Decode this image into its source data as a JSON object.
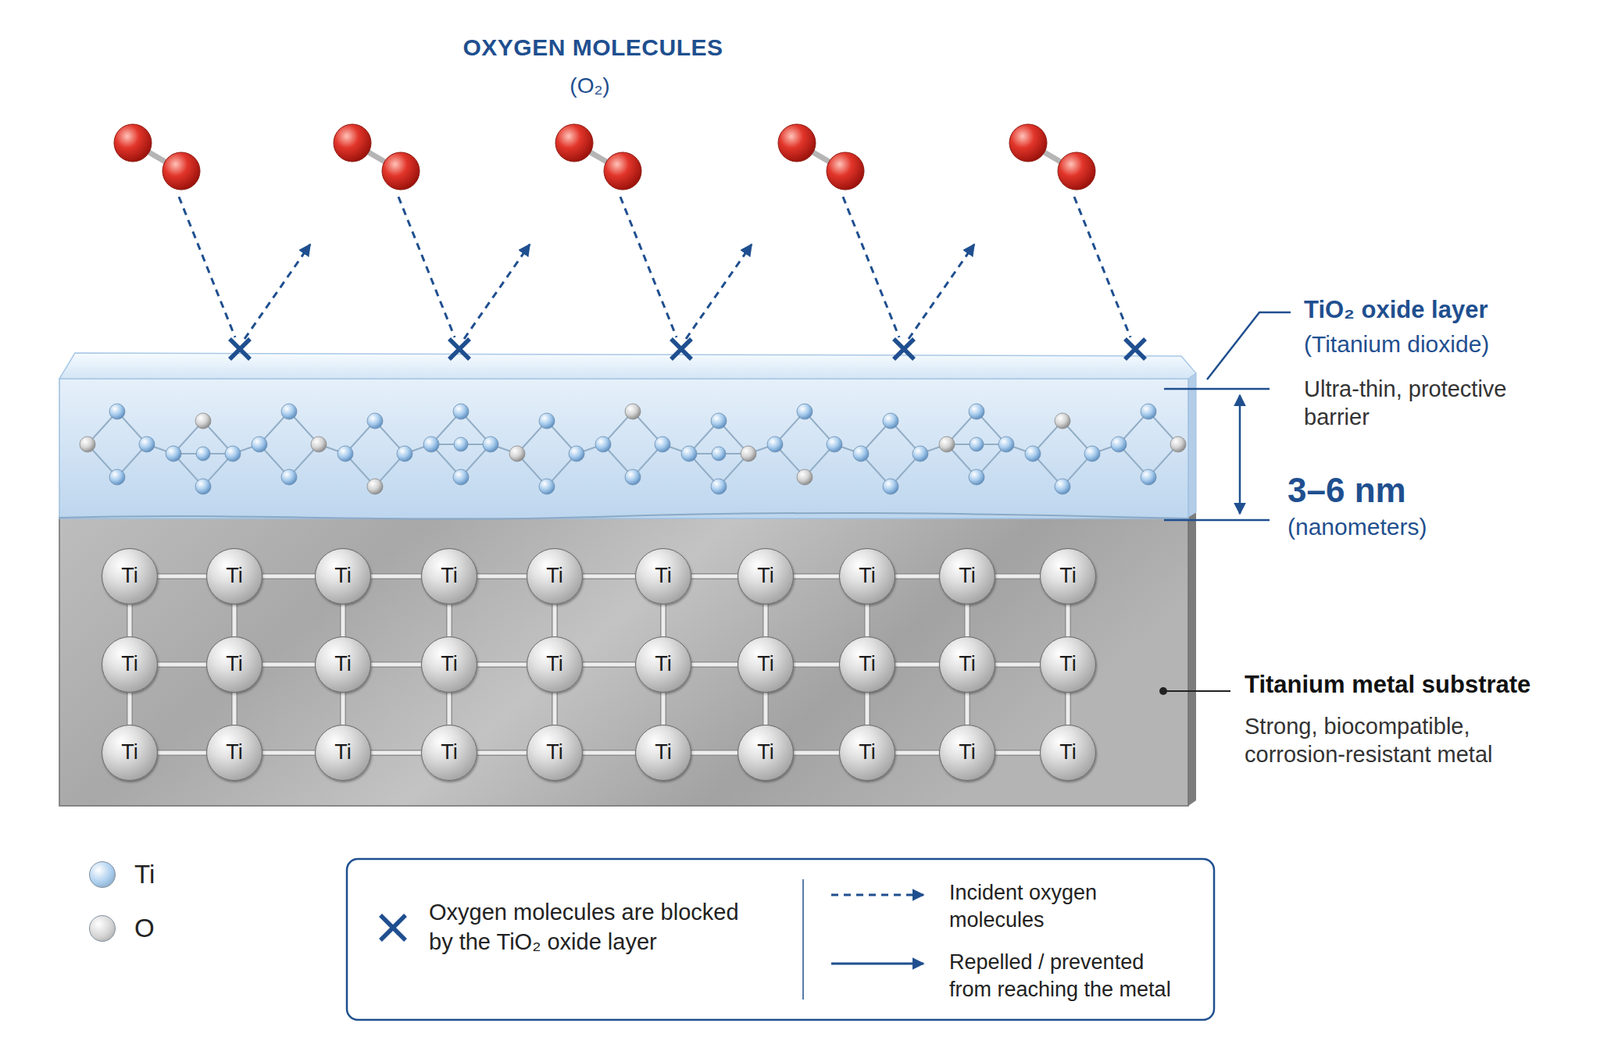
{
  "diagram": {
    "title": "OXYGEN MOLECULES",
    "nodes": [
      {
        "text": [
          "Ti"
        ]
      },
      {
        "text": [
          "Ti"
        ]
      },
      {
        "text": [
          "Ti"
        ]
      },
      {
        "text": [
          "Ti"
        ]
      },
      {
        "text": [
          "Ti"
        ]
      },
      {
        "text": [
          "Ti"
        ]
      },
      {
        "text": [
          "Ti"
        ]
      },
      {
        "text": [
          "Ti"
        ]
      },
      {
        "text": [
          "Ti"
        ]
      },
      {
        "text": [
          "Ti"
        ]
      },
      {
        "text": [
          "Ti"
        ]
      },
      {
        "text": [
          "Ti"
        ]
      },
      {
        "text": [
          "Ti"
        ]
      },
      {
        "text": [
          "Ti"
        ]
      },
      {
        "text": [
          "Ti"
        ]
      },
      {
        "text": [
          "Ti"
        ]
      },
      {
        "text": [
          "Ti"
        ]
      },
      {
        "text": [
          "Ti"
        ]
      },
      {
        "text": [
          "Ti"
        ]
      },
      {
        "text": [
          "Ti"
        ]
      },
      {
        "text": [
          "Ti"
        ]
      },
      {
        "text": [
          "Ti"
        ]
      },
      {
        "text": [
          "Ti"
        ]
      },
      {
        "text": [
          "Ti"
        ]
      },
      {
        "text": [
          "Ti"
        ]
      },
      {
        "text": [
          "Ti"
        ]
      },
      {
        "text": [
          "Ti"
        ]
      },
      {
        "text": [
          "Ti"
        ]
      },
      {
        "text": [
          "Ti"
        ]
      },
      {
        "text": [
          "Ti"
        ]
      }
    ],
    "edges": [
      {
        "from": 0,
        "to": 1,
        "arrow": "none"
      },
      {
        "from": 1,
        "to": 2,
        "arrow": "none"
      },
      {
        "from": 2,
        "to": 3,
        "arrow": "none"
      },
      {
        "from": 3,
        "to": 4,
        "arrow": "none"
      },
      {
        "from": 4,
        "to": 5,
        "arrow": "none"
      },
      {
        "from": 5,
        "to": 6,
        "arrow": "none"
      },
      {
        "from": 6,
        "to": 7,
        "arrow": "none"
      },
      {
        "from": 7,
        "to": 8,
        "arrow": "none"
      },
      {
        "from": 8,
        "to": 9,
        "arrow": "none"
      },
      {
        "from": 10,
        "to": 11,
        "arrow": "none"
      },
      {
        "from": 11,
        "to": 12,
        "arrow": "none"
      },
      {
        "from": 12,
        "to": 13,
        "arrow": "none"
      },
      {
        "from": 13,
        "to": 14,
        "arrow": "none"
      },
      {
        "from": 14,
        "to": 15,
        "arrow": "none"
      },
      {
        "from": 15,
        "to": 16,
        "arrow": "none"
      },
      {
        "from": 16,
        "to": 17,
        "arrow": "none"
      },
      {
        "from": 17,
        "to": 18,
        "arrow": "none"
      },
      {
        "from": 18,
        "to": 19,
        "arrow": "none"
      },
      {
        "from": 20,
        "to": 21,
        "arrow": "none"
      },
      {
        "from": 21,
        "to": 22,
        "arrow": "none"
      },
      {
        "from": 22,
        "to": 23,
        "arrow": "none"
      },
      {
        "from": 23,
        "to": 24,
        "arrow": "none"
      },
      {
        "from": 24,
        "to": 25,
        "arrow": "none"
      },
      {
        "from": 25,
        "to": 26,
        "arrow": "none"
      },
      {
        "from": 26,
        "to": 27,
        "arrow": "none"
      },
      {
        "from": 27,
        "to": 28,
        "arrow": "none"
      },
      {
        "from": 28,
        "to": 29,
        "arrow": "none"
      },
      {
        "from": 0,
        "to": 10,
        "arrow": "none"
      },
      {
        "from": 1,
        "to": 11,
        "arrow": "none"
      },
      {
        "from": 2,
        "to": 12,
        "arrow": "none"
      },
      {
        "from": 3,
        "to": 13,
        "arrow": "none"
      },
      {
        "from": 4,
        "to": 14,
        "arrow": "none"
      },
      {
        "from": 5,
        "to": 15,
        "arrow": "none"
      },
      {
        "from": 6,
        "to": 16,
        "arrow": "none"
      },
      {
        "from": 7,
        "to": 17,
        "arrow": "none"
      },
      {
        "from": 8,
        "to": 18,
        "arrow": "none"
      },
      {
        "from": 9,
        "to": 19,
        "arrow": "none"
      },
      {
        "from": 10,
        "to": 20,
        "arrow": "none"
      },
      {
        "from": 11,
        "to": 21,
        "arrow": "none"
      },
      {
        "from": 12,
        "to": 22,
        "arrow": "none"
      },
      {
        "from": 13,
        "to": 23,
        "arrow": "none"
      },
      {
        "from": 14,
        "to": 24,
        "arrow": "none"
      },
      {
        "from": 15,
        "to": 25,
        "arrow": "none"
      },
      {
        "from": 16,
        "to": 26,
        "arrow": "none"
      },
      {
        "from": 17,
        "to": 27,
        "arrow": "none"
      },
      {
        "from": 18,
        "to": 28,
        "arrow": "none"
      },
      {
        "from": 19,
        "to": 29,
        "arrow": "none"
      }
    ],
    "labels": [
      "(O₂)",
      "TiO₂ oxide layer",
      "(Titanium dioxide)",
      "Ultra-thin, protective barrier",
      "3–6 nm",
      "(nanometers)",
      "Titanium metal substrate",
      "Strong, biocompatible, corrosion-resistant metal"
    ],
    "legend": [
      {
        "text": "Ti",
        "color": "#a9cdee"
      },
      {
        "text": "O",
        "color": "#d4d4d4"
      },
      {
        "text": "Oxygen molecules are blocked by the TiO₂ oxide layer"
      },
      {
        "text": "Incident oxygen molecules"
      },
      {
        "text": "Repelled / prevented from reaching the metal"
      }
    ]
  }
}
